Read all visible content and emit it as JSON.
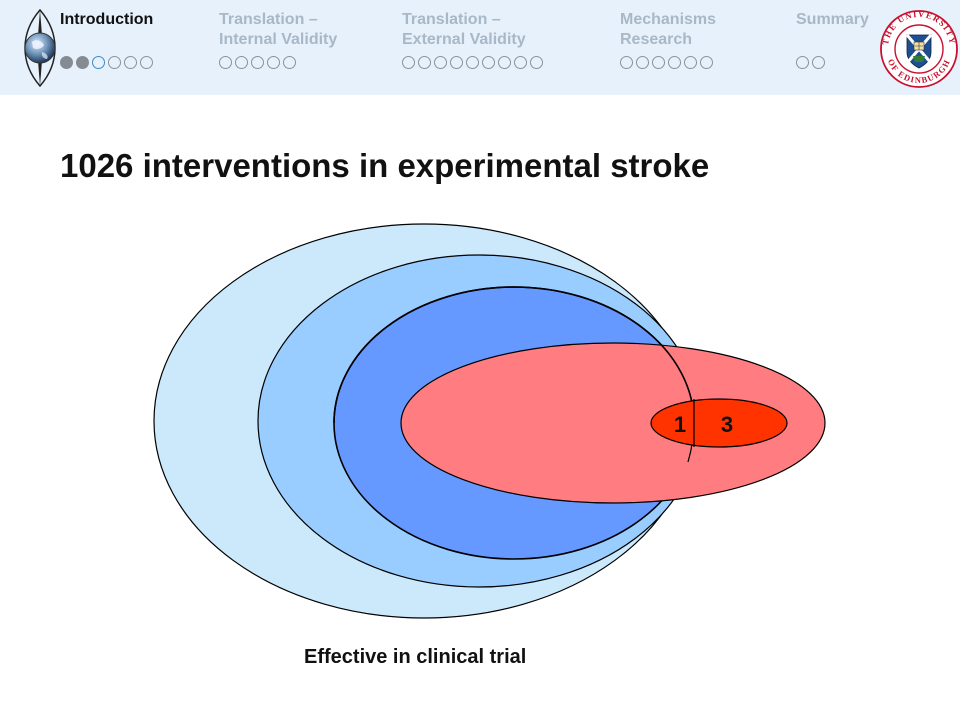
{
  "nav": {
    "sections": [
      {
        "label": "Introduction",
        "active": true,
        "dots": [
          "filled",
          "filled",
          "current",
          "empty",
          "empty",
          "empty"
        ]
      },
      {
        "label": "Translation –\nInternal Validity",
        "active": false,
        "dots": [
          "empty",
          "empty",
          "empty",
          "empty",
          "empty"
        ]
      },
      {
        "label": "Translation –\nExternal Validity",
        "active": false,
        "dots": [
          "empty",
          "empty",
          "empty",
          "empty",
          "empty",
          "empty",
          "empty",
          "empty",
          "empty"
        ]
      },
      {
        "label": "Mechanisms\nResearch",
        "active": false,
        "dots": [
          "empty",
          "empty",
          "empty",
          "empty",
          "empty",
          "empty"
        ]
      },
      {
        "label": "Summary",
        "active": false,
        "dots": [
          "empty",
          "empty"
        ]
      }
    ]
  },
  "university_logo": {
    "ring_text": "THE UNIVERSITY OF EDINBURGH"
  },
  "slide": {
    "title": "1026 interventions in experimental stroke",
    "venn": {
      "left_count": "1",
      "right_count": "3"
    },
    "caption": "Effective in clinical trial"
  },
  "colors": {
    "header_bg": "#e6f1fb",
    "outer_ellipse": "#cce9fb",
    "middle_ellipse": "#99ccff",
    "inner_ellipse": "#6699ff",
    "red_ellipse": "#ff7c80",
    "intersection_ellipse": "#ff3300"
  }
}
